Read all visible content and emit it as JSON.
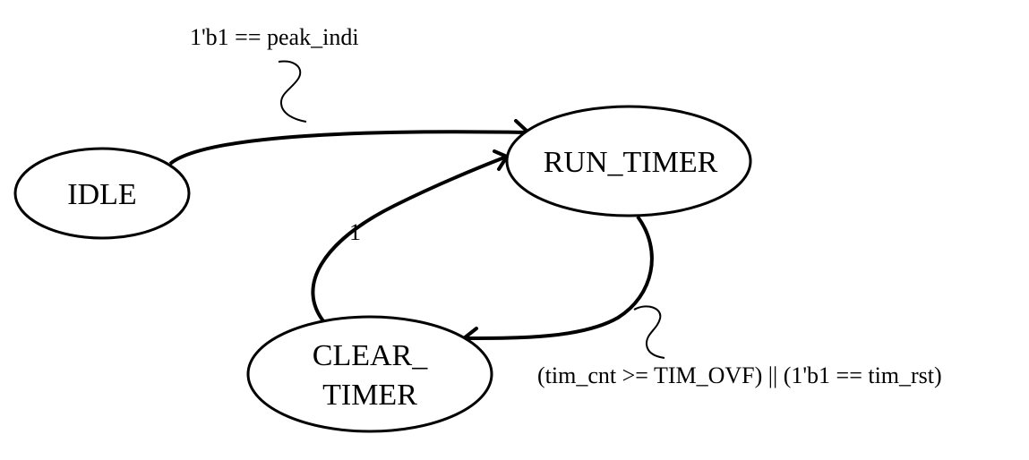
{
  "states": {
    "idle": "IDLE",
    "run_timer": "RUN_TIMER",
    "clear_timer_line1": "CLEAR_",
    "clear_timer_line2": "TIMER"
  },
  "transitions": {
    "idle_to_run": "1'b1 == peak_indi",
    "clear_to_run": "1",
    "run_to_clear": "(tim_cnt >= TIM_OVF) || (1'b1 == tim_rst)"
  }
}
